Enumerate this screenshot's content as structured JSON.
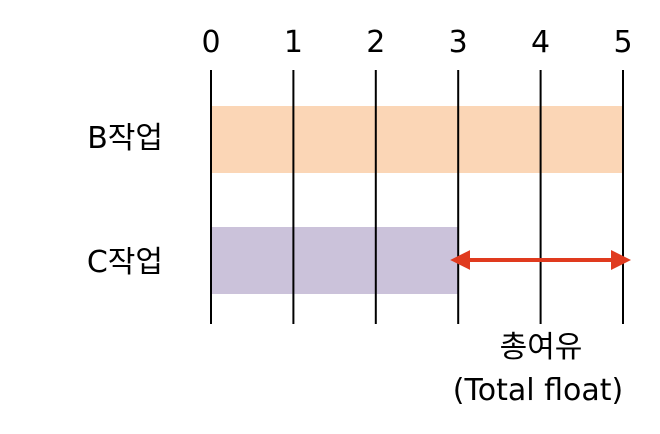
{
  "ticks": [
    "0",
    "1",
    "2",
    "3",
    "4",
    "5"
  ],
  "tasks": [
    {
      "label": "B작업",
      "start": 0,
      "end": 5,
      "color": "#fbd6b6"
    },
    {
      "label": "C작업",
      "start": 0,
      "end": 3,
      "color": "#cbc2da"
    }
  ],
  "float": {
    "start": 3,
    "end": 5,
    "color": "#e03a1e",
    "label": "총여유",
    "sublabel": "(Total float)"
  }
}
